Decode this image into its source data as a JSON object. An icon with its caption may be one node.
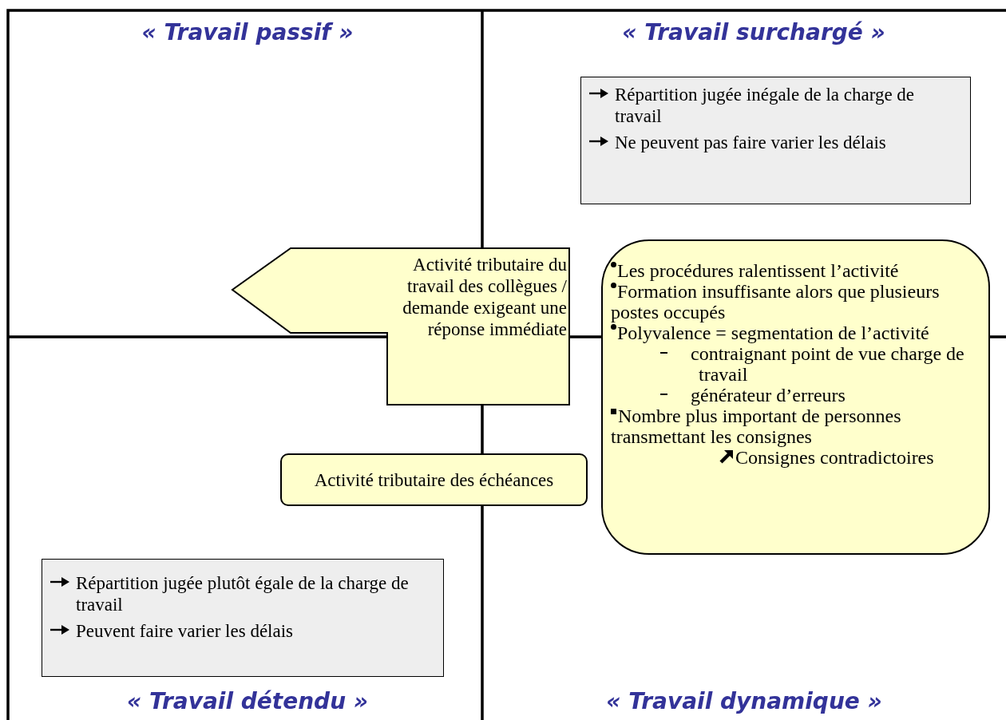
{
  "diagram": {
    "nodes": [
      {
        "text": [
          "Répartition jugée inégale de la charge de travail",
          "Ne peuvent pas faire varier les délais"
        ]
      },
      {
        "text": [
          "Activité tributaire du travail des collègues / demande exigeant une réponse immédiate"
        ]
      },
      {
        "text": [
          "Activité tributaire des échéances"
        ]
      },
      {
        "text": [
          "Les procédures ralentissent l’activité",
          "Formation insuffisante alors que plusieurs postes occupés",
          "Polyvalence = segmentation de l’activité",
          "contraignant point de vue charge de travail",
          "générateur d’erreurs",
          "Nombre plus important de personnes transmettant les consignes",
          "Consignes contradictoires"
        ]
      },
      {
        "text": [
          "Répartition jugée plutôt égale de la charge de travail",
          "Peuvent faire varier les délais"
        ]
      }
    ],
    "labels": [
      "« Travail passif »",
      "« Travail surchargé »",
      "« Travail détendu »",
      "« Travail dynamique »"
    ]
  }
}
